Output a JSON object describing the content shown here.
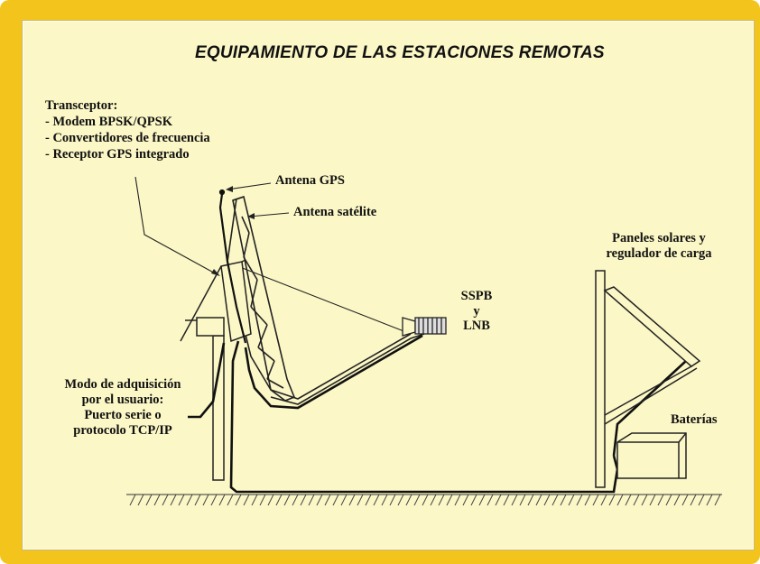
{
  "title": "EQUIPAMIENTO DE LAS ESTACIONES REMOTAS",
  "colors": {
    "frame": "#f3c51c",
    "background": "#fbf7c6",
    "ink": "#111111"
  },
  "labels": {
    "transceptor_title": "Transceptor:",
    "transceptor_items": [
      "- Modem BPSK/QPSK",
      "- Convertidores de frecuencia",
      "- Receptor GPS integrado"
    ],
    "antena_gps": "Antena GPS",
    "antena_satelite": "Antena satélite",
    "sspb": "SSPB",
    "y": "y",
    "lnb": "LNB",
    "paneles_line1": "Paneles solares y",
    "paneles_line2": "regulador de carga",
    "baterias": "Baterías",
    "modo_lines": [
      "Modo de adquisición",
      "por el usuario:",
      "Puerto serie o",
      "protocolo TCP/IP"
    ]
  }
}
